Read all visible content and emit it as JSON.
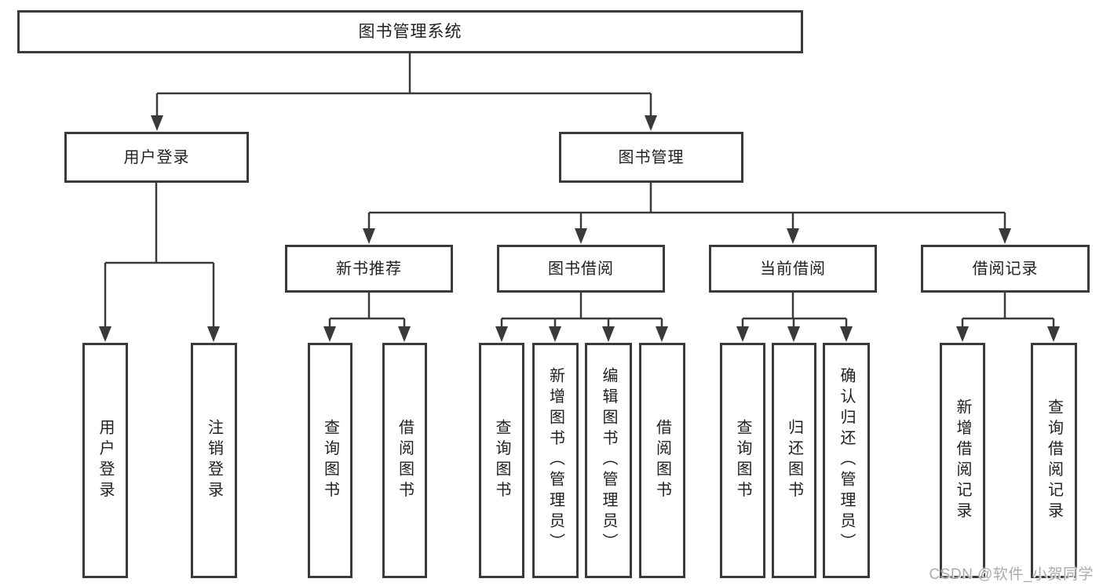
{
  "tree": {
    "label": "图书管理系统",
    "children": [
      {
        "label": "用户登录",
        "children": [
          {
            "label": "用户登录"
          },
          {
            "label": "注销登录"
          }
        ]
      },
      {
        "label": "图书管理",
        "children": [
          {
            "label": "新书推荐",
            "children": [
              {
                "label": "查询图书"
              },
              {
                "label": "借阅图书"
              }
            ]
          },
          {
            "label": "图书借阅",
            "children": [
              {
                "label": "查询图书"
              },
              {
                "label": "新增图书（管理员）"
              },
              {
                "label": "编辑图书（管理员）"
              },
              {
                "label": "借阅图书"
              }
            ]
          },
          {
            "label": "当前借阅",
            "children": [
              {
                "label": "查询图书"
              },
              {
                "label": "归还图书"
              },
              {
                "label": "确认归还（管理员）"
              }
            ]
          },
          {
            "label": "借阅记录",
            "children": [
              {
                "label": "新增借阅记录"
              },
              {
                "label": "查询借阅记录"
              }
            ]
          }
        ]
      }
    ]
  },
  "watermark": "CSDN @软件_小贺同学",
  "colors": {
    "line": "#3a3a3a",
    "text": "#1f1f1f",
    "background": "#ffffff",
    "watermark": "#ababab"
  }
}
